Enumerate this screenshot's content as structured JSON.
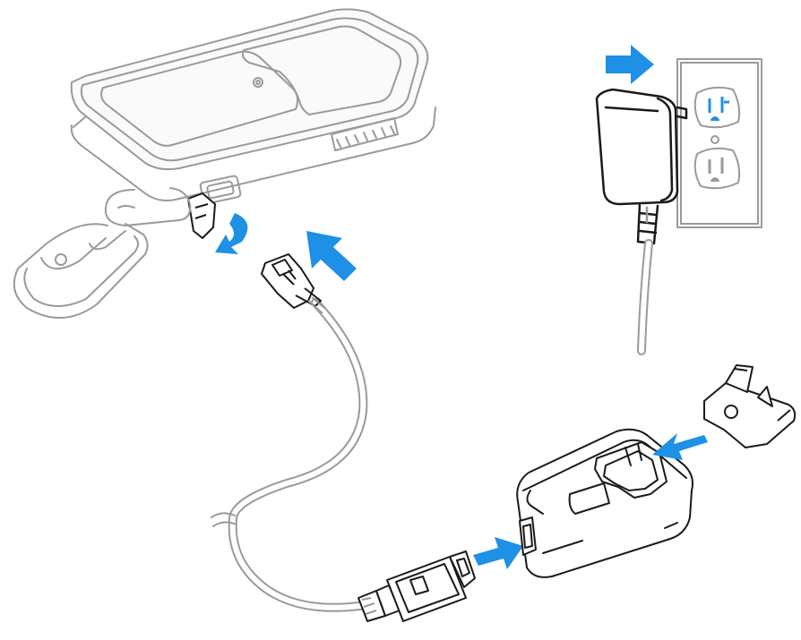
{
  "diagram": {
    "colors": {
      "background": "#ffffff",
      "outline_light": "#9a9a9a",
      "outline_dark": "#1a1a1a",
      "arrow": "#1e90e6",
      "outlet_plate": "#ffffff"
    },
    "icons": {
      "device": "handheld-device",
      "carabiner": "carabiner-clip",
      "usb_cable": "usb-cable",
      "micro_usb": "micro-usb-connector",
      "usb_a": "usb-a-connector",
      "adapter": "power-adapter",
      "plug_clip": "plug-clip",
      "wall_outlet": "wall-outlet",
      "wall_charger": "wall-charger"
    }
  }
}
